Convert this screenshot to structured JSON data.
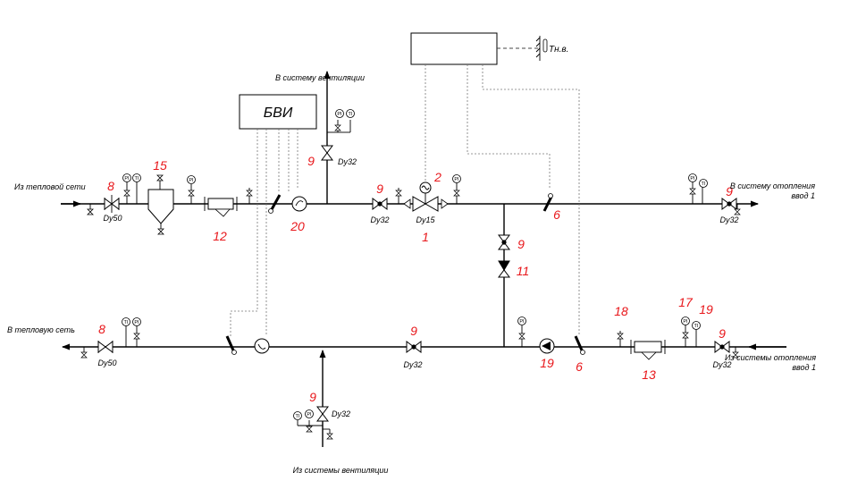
{
  "labels": {
    "from_heat_network": "Из тепловой сети",
    "to_heat_network": "В тепловую сеть",
    "to_ventilation": "В систему вентиляции",
    "from_ventilation": "Из системы вентиляции",
    "to_heating_l1": "В систему отопления",
    "to_heating_l2": "ввод 1",
    "from_heating_l1": "Из системы отопления",
    "from_heating_l2": "ввод 1",
    "bvi": "БВИ",
    "tnv": "Тн.в."
  },
  "dn": {
    "dy50_top": "Dy50",
    "dy50_bottom": "Dy50",
    "dy32_vent_top": "Dy32",
    "dy32_top_valve": "Dy32",
    "dy15": "Dy15",
    "dy32_right_top": "Dy32",
    "dy32_mid_bottom": "Dy32",
    "dy32_right_bottom": "Dy32",
    "dy32_vent_bottom": "Dy32"
  },
  "numbers": {
    "n8_top": "8",
    "n15": "15",
    "n12": "12",
    "n20": "20",
    "n9_vent_top": "9",
    "n9_top_valve": "9",
    "n2": "2",
    "n1": "1",
    "n6_top": "6",
    "n9_right_top": "9",
    "n9_vertical": "9",
    "n11": "11",
    "n8_bottom": "8",
    "n9_mid_bottom": "9",
    "n19_pump": "19",
    "n6_bottom": "6",
    "n18": "18",
    "n13": "13",
    "n17": "17",
    "n19_right": "19",
    "n9_right_bottom": "9",
    "n9_vent_bottom": "9"
  },
  "gauges": {
    "pressure": "PI",
    "temperature": "TI"
  }
}
